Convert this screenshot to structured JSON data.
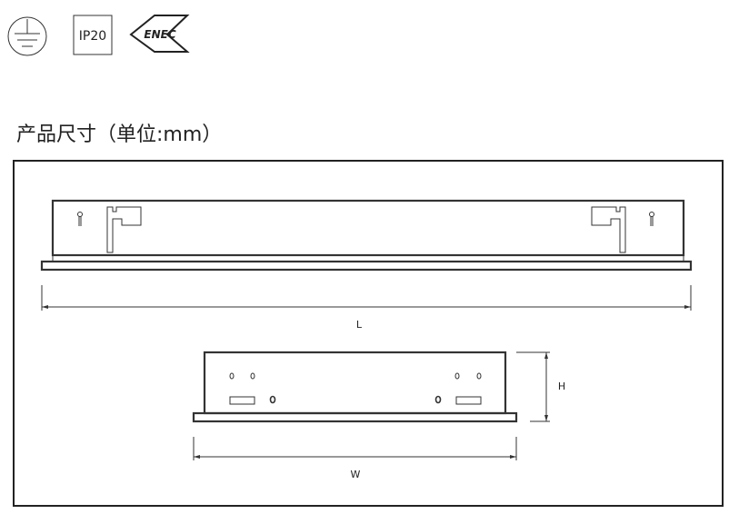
{
  "icons": {
    "earth": "protective-earth-icon",
    "ip_rating": "IP20",
    "cert": "ENEC",
    "cert_letters": [
      "E",
      "N",
      "E",
      "C"
    ]
  },
  "title": "产品尺寸（单位:mm）",
  "dimensions": {
    "length_label": "L",
    "height_label": "H",
    "width_label": "W"
  }
}
